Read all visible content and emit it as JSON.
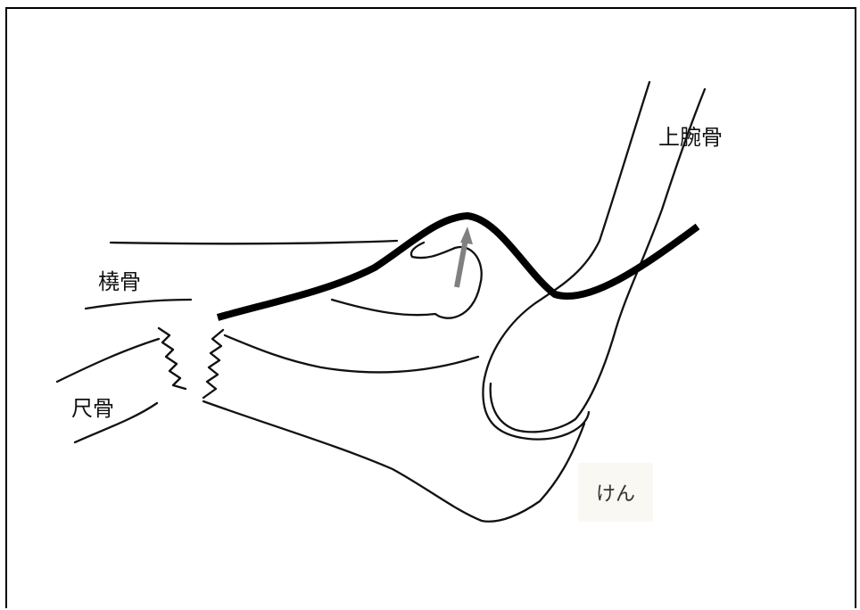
{
  "labels": {
    "humerus": "上腕骨",
    "radius": "橈骨",
    "ulna": "尺骨",
    "tendon": "けん"
  },
  "colors": {
    "line": "#111111",
    "tendon": "#000000",
    "arrow": "#808080",
    "handwriting_bg": "#faf8f3"
  }
}
